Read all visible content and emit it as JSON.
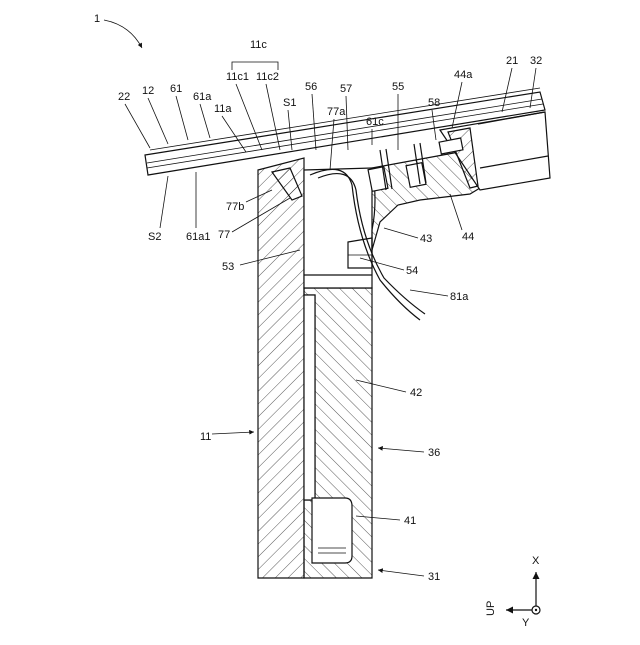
{
  "figure": {
    "labels": {
      "fig_ref": "1",
      "l22": "22",
      "l12": "12",
      "l61": "61",
      "l61a": "61a",
      "l11c": "11c",
      "l11c1": "11c1",
      "l11c2": "11c2",
      "l11a": "11a",
      "lS1": "S1",
      "l56": "56",
      "l57": "57",
      "l77a": "77a",
      "l61c": "61c",
      "l55": "55",
      "l58": "58",
      "l44a": "44a",
      "l21": "21",
      "l32": "32",
      "lS2": "S2",
      "l61a1": "61a1",
      "l77b": "77b",
      "l77": "77",
      "l53": "53",
      "l43": "43",
      "l44": "44",
      "l54": "54",
      "l81a": "81a",
      "l42": "42",
      "l11": "11",
      "l36": "36",
      "l41": "41",
      "l31": "31"
    },
    "axes": {
      "x_label": "X",
      "up_label": "UP",
      "y_label": "Y"
    }
  }
}
